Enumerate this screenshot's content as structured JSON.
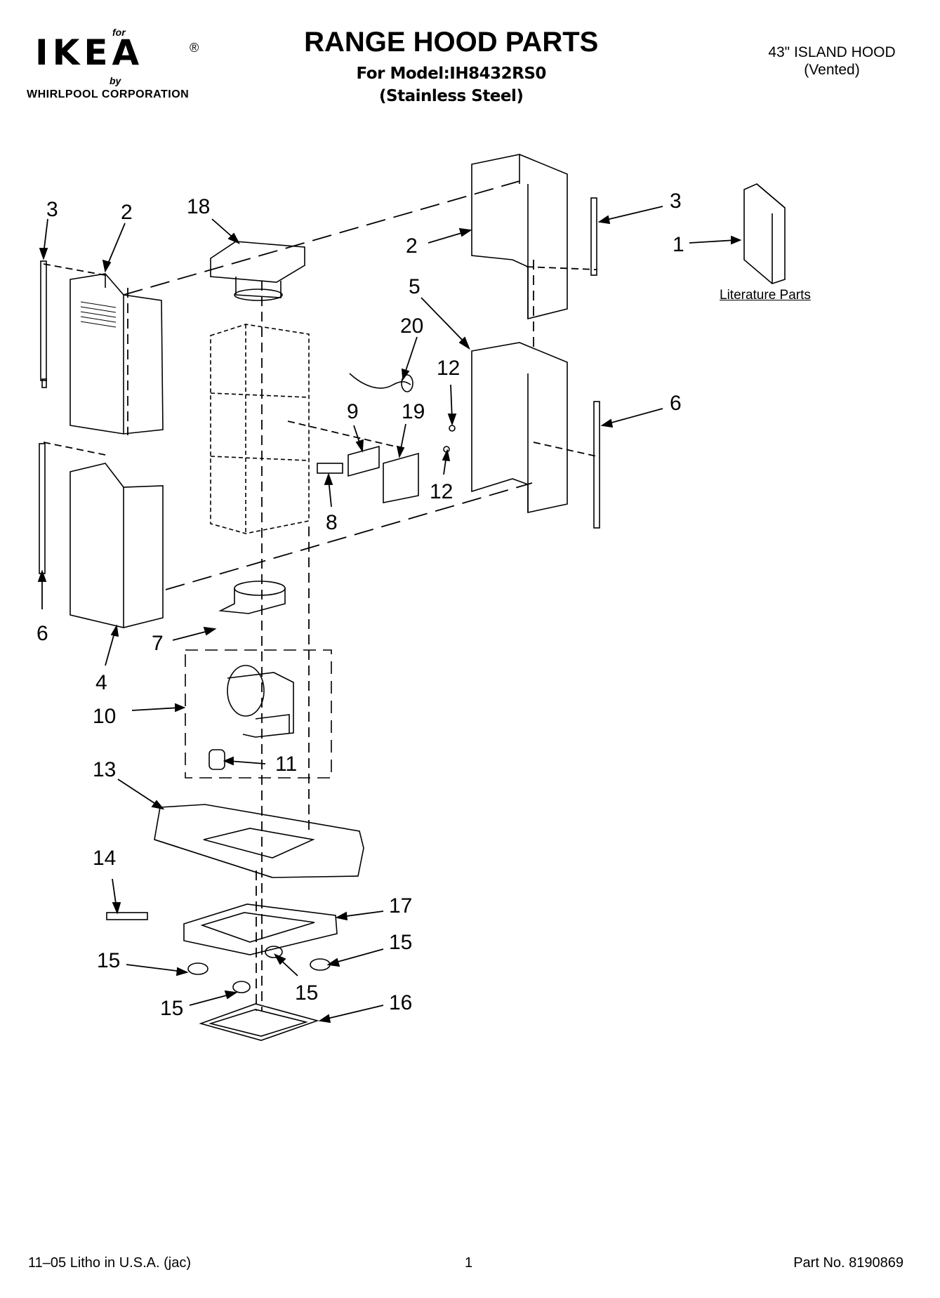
{
  "header": {
    "logo_for": "for",
    "logo_brand": "IKEA",
    "logo_registered": "®",
    "logo_by": "by",
    "logo_corporation": "WHIRLPOOL CORPORATION",
    "title": "RANGE HOOD PARTS",
    "model_line": "For Model:IH8432RS0",
    "finish_line": "(Stainless Steel)",
    "hood_size": "43\" ISLAND HOOD",
    "hood_variant": "(Vented)"
  },
  "literature_label": "Literature Parts",
  "callouts": {
    "c3_left": "3",
    "c2_left": "2",
    "c18": "18",
    "c6_left": "6",
    "c4": "4",
    "c7": "7",
    "c10": "10",
    "c11": "11",
    "c13": "13",
    "c14": "14",
    "c17": "17",
    "c15_a": "15",
    "c15_b": "15",
    "c15_c": "15",
    "c15_d": "15",
    "c16": "16",
    "c2_right": "2",
    "c5": "5",
    "c20": "20",
    "c12_top": "12",
    "c12_bottom": "12",
    "c9": "9",
    "c19": "19",
    "c8": "8",
    "c3_right": "3",
    "c1": "1",
    "c6_right": "6"
  },
  "footer": {
    "litho": "11–05 Litho in U.S.A. (jac)",
    "page": "1",
    "part_no": "Part No. 8190869"
  }
}
